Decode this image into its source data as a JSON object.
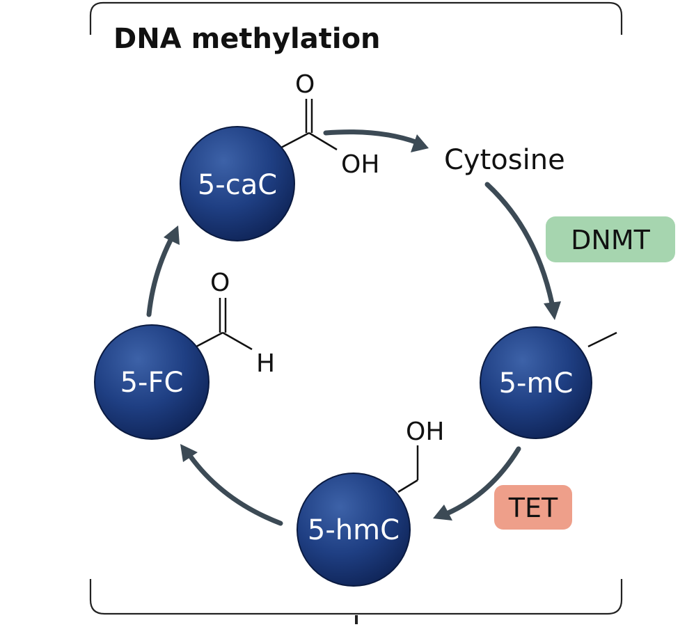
{
  "title": "DNA methylation",
  "cytosine_label": "Cytosine",
  "nodes": {
    "cac": "5-caC",
    "mc": "5-mC",
    "hmc": "5-hmC",
    "fc": "5-FC"
  },
  "enzymes": {
    "dnmt": "DNMT",
    "tet": "TET"
  },
  "chem_labels": {
    "cac_o": "O",
    "cac_oh": "OH",
    "fc_o": "O",
    "fc_h": "H",
    "hmc_oh": "OH"
  },
  "colors": {
    "node_dark": "#15306a",
    "node_light": "#3b5fa3",
    "arrow": "#3c4a55",
    "dnmt_bg": "#a6d5af",
    "tet_bg": "#ee9f8a"
  }
}
